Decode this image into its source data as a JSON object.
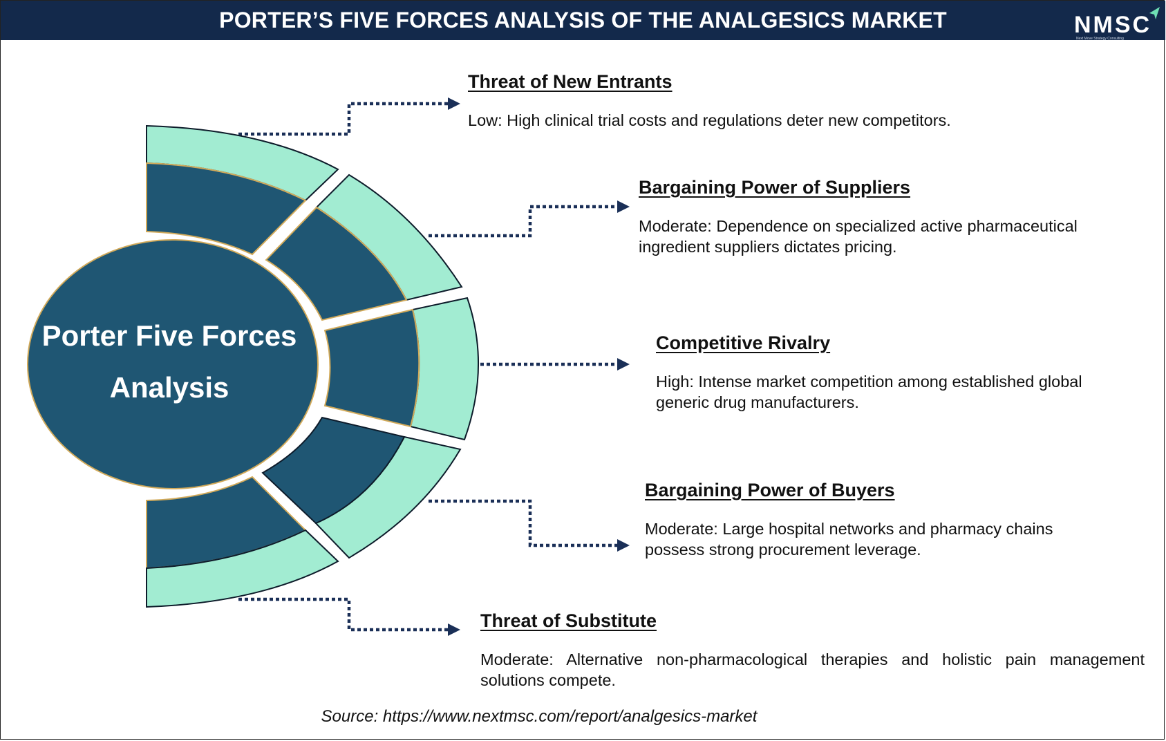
{
  "header": {
    "title": "PORTER’S FIVE FORCES ANALYSIS OF THE ANALGESICS MARKET",
    "logo_text": "NMSC",
    "logo_tagline": "Next Move Strategy Consulting"
  },
  "center": {
    "line1": "Porter Five Forces",
    "line2": "Analysis"
  },
  "forces": [
    {
      "title": "Threat of New Entrants",
      "description": "Low: High clinical trial costs and regulations deter new competitors."
    },
    {
      "title": "Bargaining Power of Suppliers",
      "description": "Moderate: Dependence on specialized active pharmaceutical ingredient suppliers dictates pricing."
    },
    {
      "title": "Competitive Rivalry",
      "description": "High: Intense market competition among established global generic drug manufacturers."
    },
    {
      "title": "Bargaining Power of Buyers",
      "description": "Moderate: Large hospital networks and pharmacy chains possess strong procurement leverage."
    },
    {
      "title": "Threat of Substitute",
      "description": "Moderate: Alternative non-pharmacological therapies and holistic pain management solutions compete."
    }
  ],
  "source": "Source: https://www.nextmsc.com/report/analgesics-market",
  "colors": {
    "header_bg": "#13294b",
    "dark_teal": "#1f5673",
    "mint": "#a2ecd2",
    "connector": "#1a2f57",
    "outline_gold": "#d2aa5a"
  }
}
